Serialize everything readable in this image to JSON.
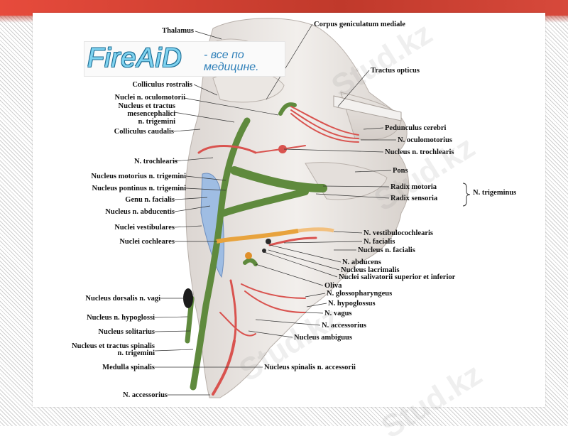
{
  "logo": {
    "brand": "FireAiD",
    "tagline_line1": "- все по",
    "tagline_line2": "медицине."
  },
  "watermarks": [
    "Stud.kz",
    "Stud.kz",
    "Stud.kz",
    "Stud.kz"
  ],
  "labels_left": {
    "thalamus": "Thalamus",
    "colliculus_rostralis": "Colliculus rostralis",
    "nuclei_oculomotorii": "Nuclei n. oculomotorii",
    "mesencephalici_1": "Nucleus et tractus",
    "mesencephalici_2": "mesencephalici",
    "mesencephalici_3": "n. trigemini",
    "colliculus_caudalis": "Colliculus caudalis",
    "trochlearis": "N. trochlearis",
    "nucleus_motorius": "Nucleus motorius n. trigemini",
    "nucleus_pontinus": "Nucleus pontinus n. trigemini",
    "genu_facialis": "Genu n. facialis",
    "nucleus_abducentis": "Nucleus n. abducentis",
    "nuclei_vestibulares": "Nuclei vestibulares",
    "nuclei_cochleares": "Nuclei cochleares",
    "nucleus_dorsalis": "Nucleus dorsalis n. vagi",
    "nucleus_hypoglossi": "Nucleus n. hypoglossi",
    "nucleus_solitarius": "Nucleus solitarius",
    "spinalis_1": "Nucleus et tractus spinalis",
    "spinalis_2": "n. trigemini",
    "medulla": "Medulla spinalis",
    "accessorius_bottom": "N. accessorius"
  },
  "labels_right": {
    "corpus_geniculatum": "Corpus geniculatum mediale",
    "tractus_opticus": "Tractus opticus",
    "pedunculus": "Pedunculus cerebri",
    "oculomotorius": "N. oculomotorius",
    "nucleus_trochlearis": "Nucleus n. trochlearis",
    "pons": "Pons",
    "radix_motoria": "Radix  motoria",
    "radix_sensoria": "Radix sensoria",
    "trigeminus": "N. trigeminus",
    "vestibulocochlearis": "N. vestibulocochlearis",
    "facialis": "N. facialis",
    "nucleus_facialis": "Nucleus n. facialis",
    "abducens": "N. abducens",
    "lacrimalis": "Nucleus lacrimalis",
    "salivatorii": "Nuclei salivatorii  superior et inferior",
    "oliva": "Oliva",
    "glossopharyngeus": "N. glossopharyngeus",
    "hypoglossus": "N. hypoglossus",
    "vagus": "N. vagus",
    "accessorius": "N. accessorius",
    "ambiguus": "Nucleus ambiguus",
    "spinalis_accessorii": "Nucleus spinalis n. accessorii"
  },
  "colors": {
    "band": "#c0392b",
    "nerve_red": "#d9534f",
    "nucleus_green": "#5f8a3d",
    "tissue": "#ece8e4",
    "blue": "#8fb2dc"
  }
}
